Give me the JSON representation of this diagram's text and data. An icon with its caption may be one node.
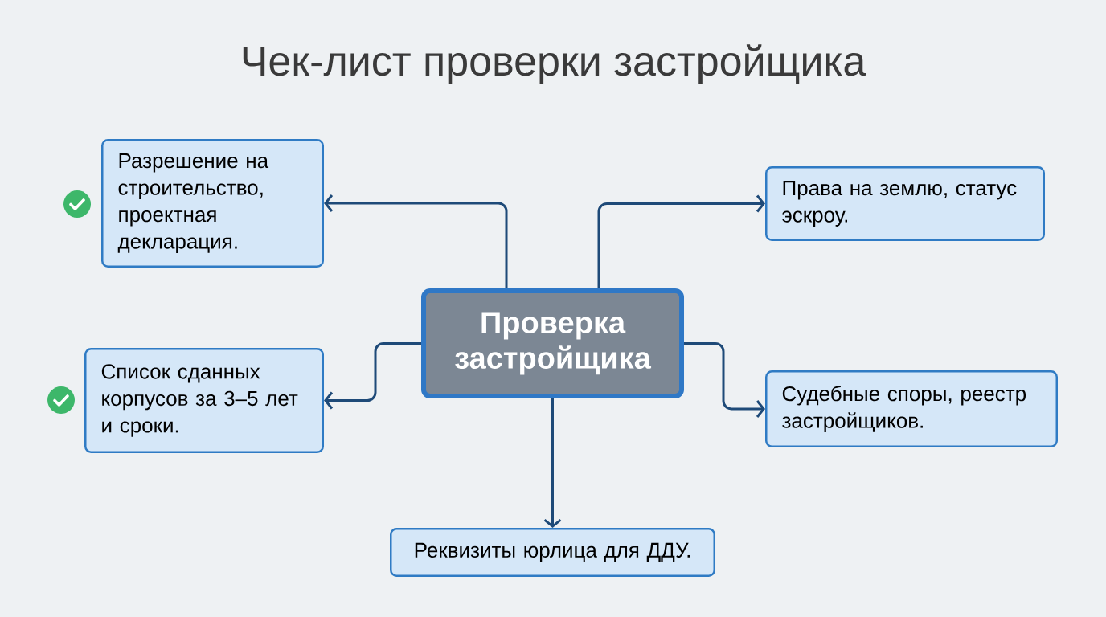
{
  "diagram": {
    "title": "Чек-лист проверки застройщика",
    "nodes": [
      {
        "text": [
          "Разрешение на строительство, проектная декларация."
        ]
      },
      {
        "text": [
          "Права на землю, статус эскроу."
        ]
      },
      {
        "text": [
          "Проверка застройщика"
        ]
      },
      {
        "text": [
          "Список сданных корпусов за 3–5 лет и сроки."
        ]
      },
      {
        "text": [
          "Судебные споры, реестр застройщиков."
        ]
      },
      {
        "text": [
          "Реквизиты юрлица для ДДУ."
        ]
      }
    ],
    "edges": [
      {
        "from": 2,
        "to": 0,
        "arrow": "to"
      },
      {
        "from": 2,
        "to": 1,
        "arrow": "to"
      },
      {
        "from": 2,
        "to": 3,
        "arrow": "to"
      },
      {
        "from": 2,
        "to": 4,
        "arrow": "to"
      },
      {
        "from": 2,
        "to": 5,
        "arrow": "to"
      }
    ]
  }
}
